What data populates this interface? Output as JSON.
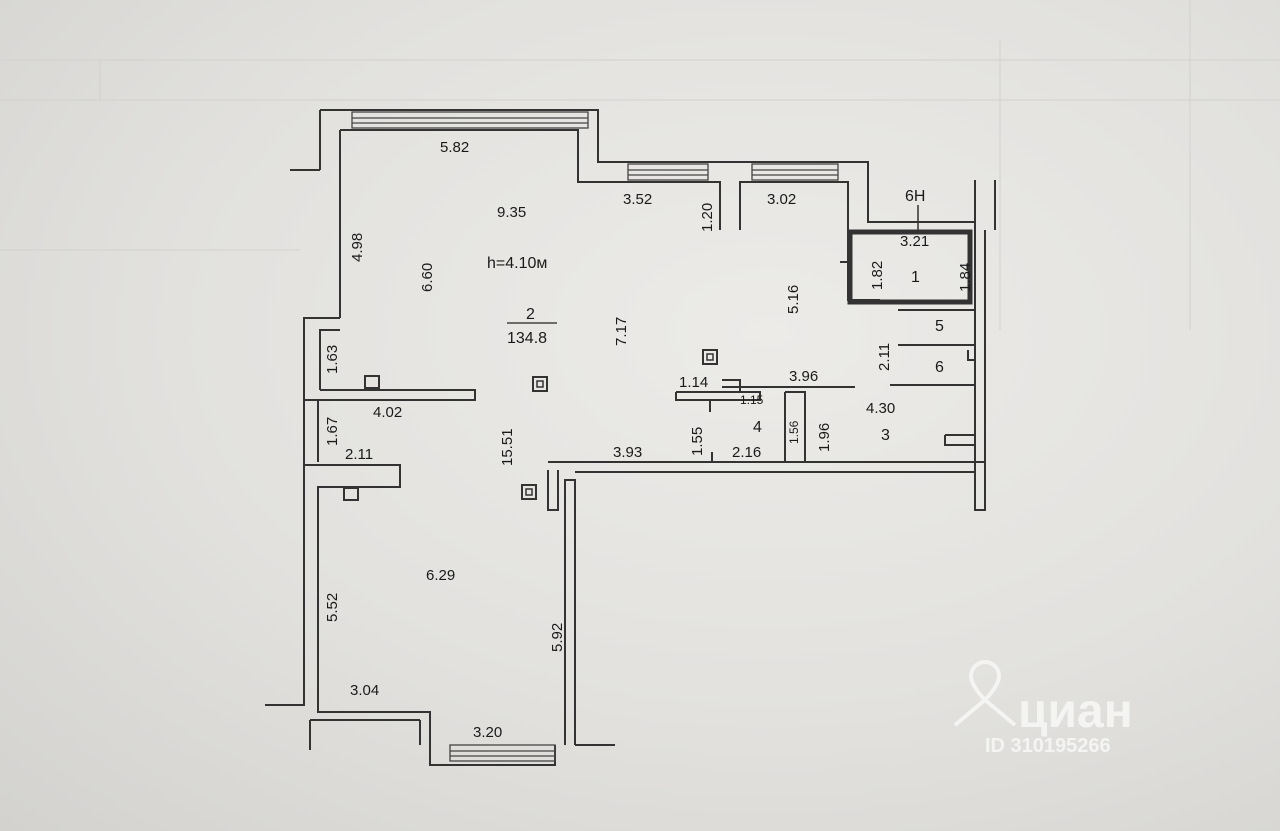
{
  "plan": {
    "ceiling_height": "h=4.10м",
    "room2": {
      "number": "2",
      "area": "134.8"
    },
    "room1": "1",
    "room3": "3",
    "room4": "4",
    "room5": "5",
    "room6": "6",
    "axis_label": "6Н",
    "dims": {
      "d582": "5.82",
      "d935": "9.35",
      "d352": "3.52",
      "d120": "1.20",
      "d302": "3.02",
      "d321": "3.21",
      "d182": "1.82",
      "d184": "1.84",
      "d498": "4.98",
      "d660": "6.60",
      "d717": "7.17",
      "d516": "5.16",
      "d211a": "2.11",
      "d163": "1.63",
      "d114": "1.14",
      "d396": "3.96",
      "d115": "1.15",
      "d430": "4.30",
      "d402": "4.02",
      "d167": "1.67",
      "d211b": "2.11",
      "d1551": "15.51",
      "d155": "1.55",
      "d156": "1.56",
      "d196": "1.96",
      "d393": "3.93",
      "d216": "2.16",
      "d629": "6.29",
      "d552": "5.52",
      "d592": "5.92",
      "d304": "3.04",
      "d320": "3.20"
    }
  },
  "watermark": {
    "brand": "циан",
    "id": "ID 310195266"
  }
}
